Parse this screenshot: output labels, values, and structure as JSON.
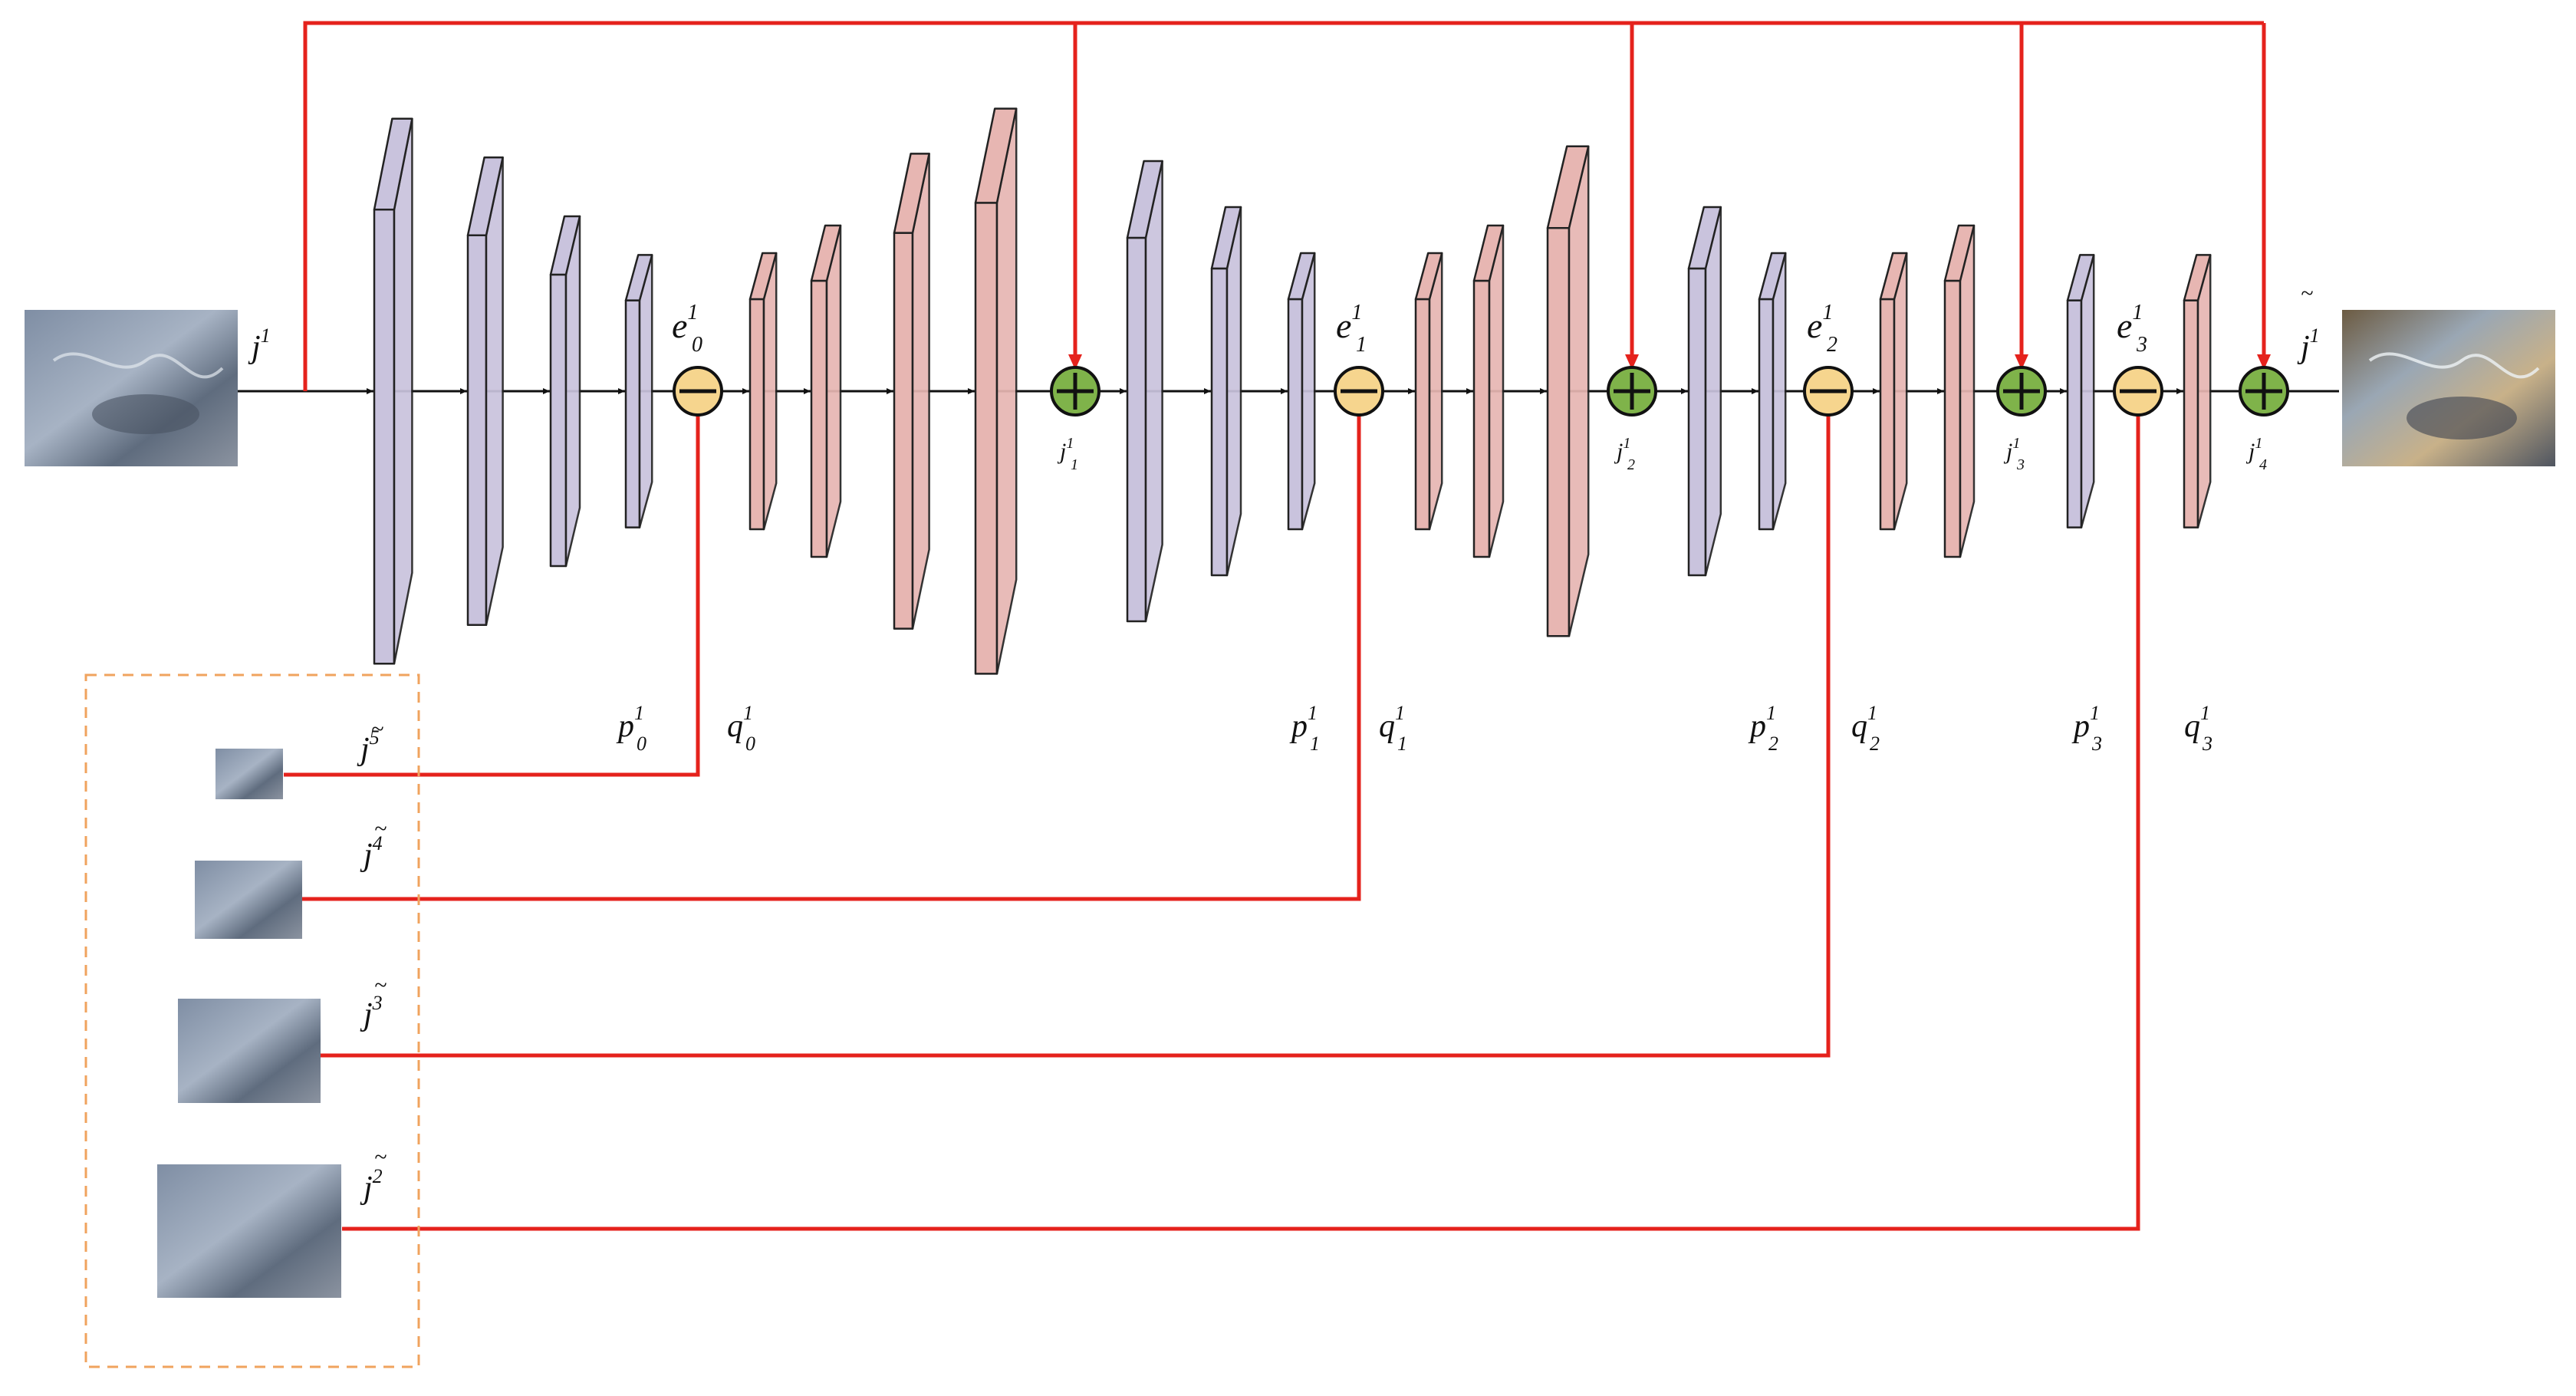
{
  "colors": {
    "encoder_block": "#c9c3dd",
    "decoder_block": "#e7b6b2",
    "subtract_node": "#f6d58e",
    "add_node": "#7fb34a",
    "skip_line": "#e5221c",
    "flow_line": "#111111",
    "dashed_box": "#f0a35e"
  },
  "icons": {
    "subtract": "circle-minus-icon",
    "add": "circle-plus-icon"
  },
  "labels": {
    "input": "j",
    "input_sup": "1",
    "output": "j",
    "output_sup": "1",
    "output_accent": "~",
    "errors": [
      {
        "base": "e",
        "sub": "0",
        "sup": "1"
      },
      {
        "base": "e",
        "sub": "1",
        "sup": "1"
      },
      {
        "base": "e",
        "sub": "2",
        "sup": "1"
      },
      {
        "base": "e",
        "sub": "3",
        "sup": "1"
      }
    ],
    "sums": [
      {
        "base": "j",
        "sub": "1",
        "sup": "1"
      },
      {
        "base": "j",
        "sub": "2",
        "sup": "1"
      },
      {
        "base": "j",
        "sub": "3",
        "sup": "1"
      },
      {
        "base": "j",
        "sub": "4",
        "sup": "1"
      }
    ],
    "p": [
      {
        "base": "p",
        "sub": "0",
        "sup": "1"
      },
      {
        "base": "p",
        "sub": "1",
        "sup": "1"
      },
      {
        "base": "p",
        "sub": "2",
        "sup": "1"
      },
      {
        "base": "p",
        "sub": "3",
        "sup": "1"
      }
    ],
    "q": [
      {
        "base": "q",
        "sub": "0",
        "sup": "1"
      },
      {
        "base": "q",
        "sub": "1",
        "sup": "1"
      },
      {
        "base": "q",
        "sub": "2",
        "sup": "1"
      },
      {
        "base": "q",
        "sub": "3",
        "sup": "1"
      }
    ],
    "pyramid": [
      {
        "base": "j",
        "sup": "5",
        "accent": "~"
      },
      {
        "base": "j",
        "sup": "4",
        "accent": "~"
      },
      {
        "base": "j",
        "sup": "3",
        "accent": "~"
      },
      {
        "base": "j",
        "sup": "2",
        "accent": "~"
      }
    ]
  }
}
